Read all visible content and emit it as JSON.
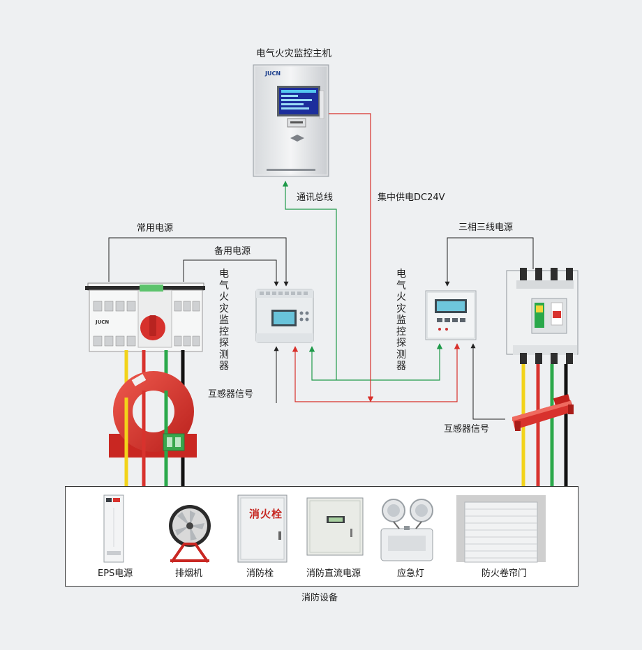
{
  "diagram": {
    "host_title": "电气火灾监控主机",
    "comm_bus": "通讯总线",
    "dc_supply": "集中供电DC24V",
    "normal_power": "常用电源",
    "backup_power": "备用电源",
    "three_phase": "三相三线电源",
    "detector_label": "电气火灾监控探测器",
    "ct_signal": "互感器信号",
    "fire_equipment": "消防设备",
    "hydrant_text": "消火栓",
    "devices": [
      {
        "label": "EPS电源",
        "icon": "eps-cabinet-icon"
      },
      {
        "label": "排烟机",
        "icon": "smoke-exhaust-fan-icon"
      },
      {
        "label": "消防栓",
        "icon": "fire-hydrant-cabinet-icon"
      },
      {
        "label": "消防直流电源",
        "icon": "dc-power-box-icon"
      },
      {
        "label": "应急灯",
        "icon": "emergency-light-icon"
      },
      {
        "label": "防火卷帘门",
        "icon": "fire-shutter-door-icon"
      }
    ]
  },
  "colors": {
    "comm_line": "#1f9a4a",
    "power_line": "#d8302b",
    "ct_red": "#d8322d",
    "wire_yellow": "#f2d31a",
    "wire_green": "#2aa84a",
    "wire_black": "#111111"
  }
}
